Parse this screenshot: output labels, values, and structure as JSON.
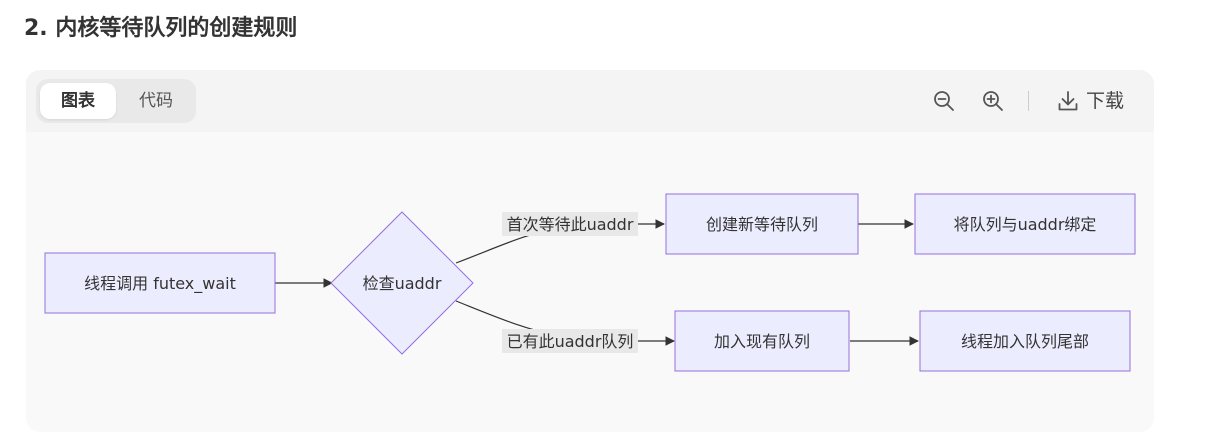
{
  "section": {
    "title": "2. 内核等待队列的创建规则"
  },
  "toolbar": {
    "tabs": [
      {
        "label": "图表",
        "active": true
      },
      {
        "label": "代码",
        "active": false
      }
    ],
    "zoom_out_icon": "zoom-out-icon",
    "zoom_in_icon": "zoom-in-icon",
    "download_icon": "download-icon",
    "download_label": "下载"
  },
  "colors": {
    "node_fill": "#ececff",
    "node_stroke": "#9370db",
    "edge": "#333333",
    "edge_label_bg": "#e8e8e8"
  },
  "diagram": {
    "nodes": {
      "start": "线程调用 futex_wait",
      "check": "检查uaddr",
      "create": "创建新等待队列",
      "bind": "将队列与uaddr绑定",
      "join": "加入现有队列",
      "tail": "线程加入队列尾部"
    },
    "edge_labels": {
      "first_wait": "首次等待此uaddr",
      "existing": "已有此uaddr队列"
    }
  }
}
